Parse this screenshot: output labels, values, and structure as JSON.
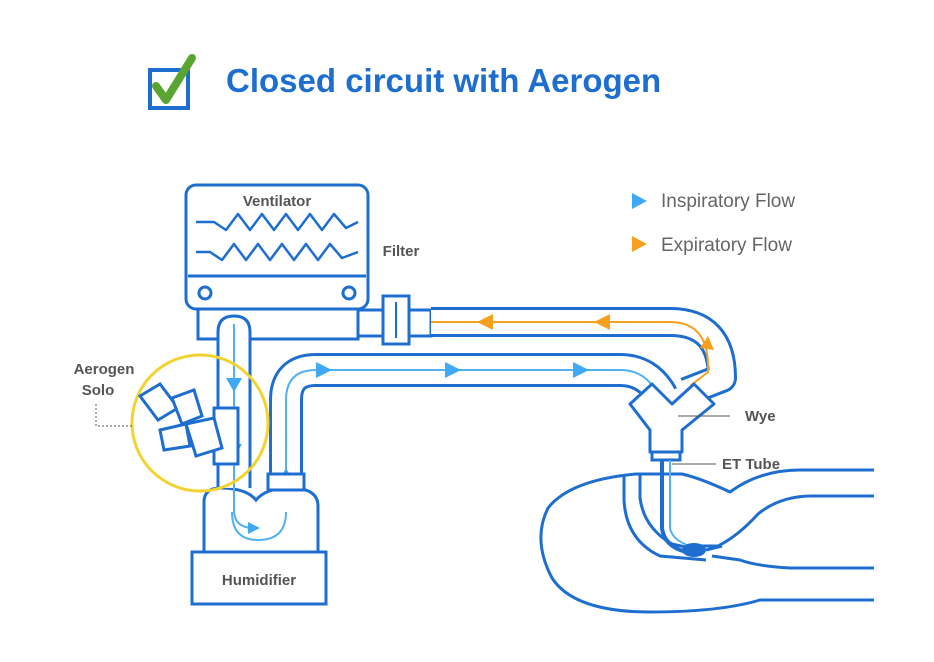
{
  "title": "Closed circuit with Aerogen",
  "labels": {
    "ventilator": "Ventilator",
    "filter": "Filter",
    "aerogen_line1": "Aerogen",
    "aerogen_line2": "Solo",
    "humidifier": "Humidifier",
    "wye": "Wye",
    "et_tube": "ET Tube"
  },
  "legend": {
    "inspiratory": "Inspiratory Flow",
    "expiratory": "Expiratory Flow"
  },
  "colors": {
    "primary_blue": "#1e6ed0",
    "light_blue": "#52b1f0",
    "orange": "#f7a01e",
    "yellow": "#f3d330",
    "label_gray": "#555555",
    "check_green": "#5aa531"
  },
  "icons": {
    "title": "checkbox-checked-icon",
    "inspiratory": "arrow-right-blue-icon",
    "expiratory": "arrow-right-orange-icon"
  }
}
